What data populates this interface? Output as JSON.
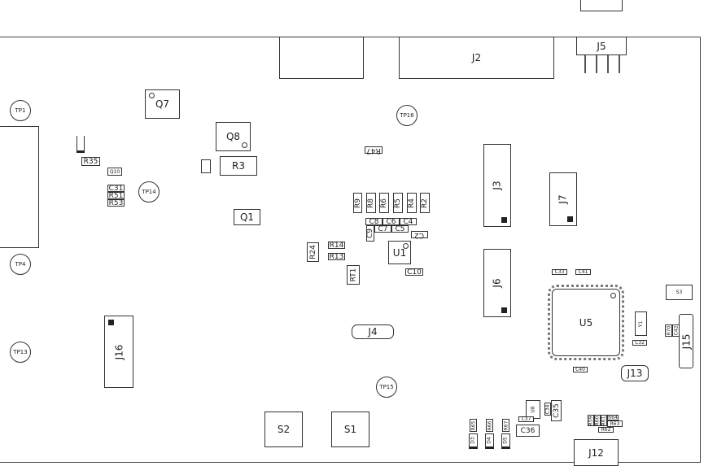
{
  "components": {
    "J2": "J2",
    "J5": "J5",
    "J3": "J3",
    "J7": "J7",
    "J6": "J6",
    "J16": "J16",
    "J15": "J15",
    "J13": "J13",
    "J12": "J12",
    "J4": "J4",
    "TP1": "TP1",
    "TP16": "TP16",
    "TP14": "TP14",
    "TP4": "TP4",
    "TP13": "TP13",
    "TP15": "TP15",
    "Q7": "Q7",
    "Q8": "Q8",
    "Q1": "Q1",
    "Q10": "Q10",
    "R3": "R3",
    "R35": "R35",
    "C31": "C31",
    "R51": "R51",
    "R53": "R53",
    "R47": "R47",
    "R9": "R9",
    "R8": "R8",
    "R6": "R6",
    "R5": "R5",
    "R4": "R4",
    "R2": "R2",
    "C8": "C8",
    "C6": "C6",
    "C4": "C4",
    "C7": "C7",
    "C5": "C5",
    "C9": "C9",
    "C2": "C2",
    "R24": "R24",
    "R14": "R14",
    "R13": "R13",
    "RT1": "RT1",
    "U1": "U1",
    "C10": "C10",
    "U5": "U5",
    "C33": "C33",
    "C41": "C41",
    "C40": "C40",
    "C32": "C32",
    "Y1": "Y1",
    "S3": "S3",
    "R70": "R70",
    "C42": "C42",
    "S2": "S2",
    "S1": "S1",
    "U8": "U8",
    "C34": "C34",
    "C35": "C35",
    "C37": "C37",
    "C36": "C36",
    "R65": "R65",
    "R66": "R66",
    "R67": "R67",
    "D3": "D3",
    "D4": "D4",
    "D5": "D5",
    "R59": "R59",
    "R60": "R60",
    "R61": "R61",
    "R64": "R64",
    "R63": "R63",
    "R62": "R62"
  },
  "colors": {
    "silkscreen": "#333333",
    "board_edge": "#444444"
  }
}
